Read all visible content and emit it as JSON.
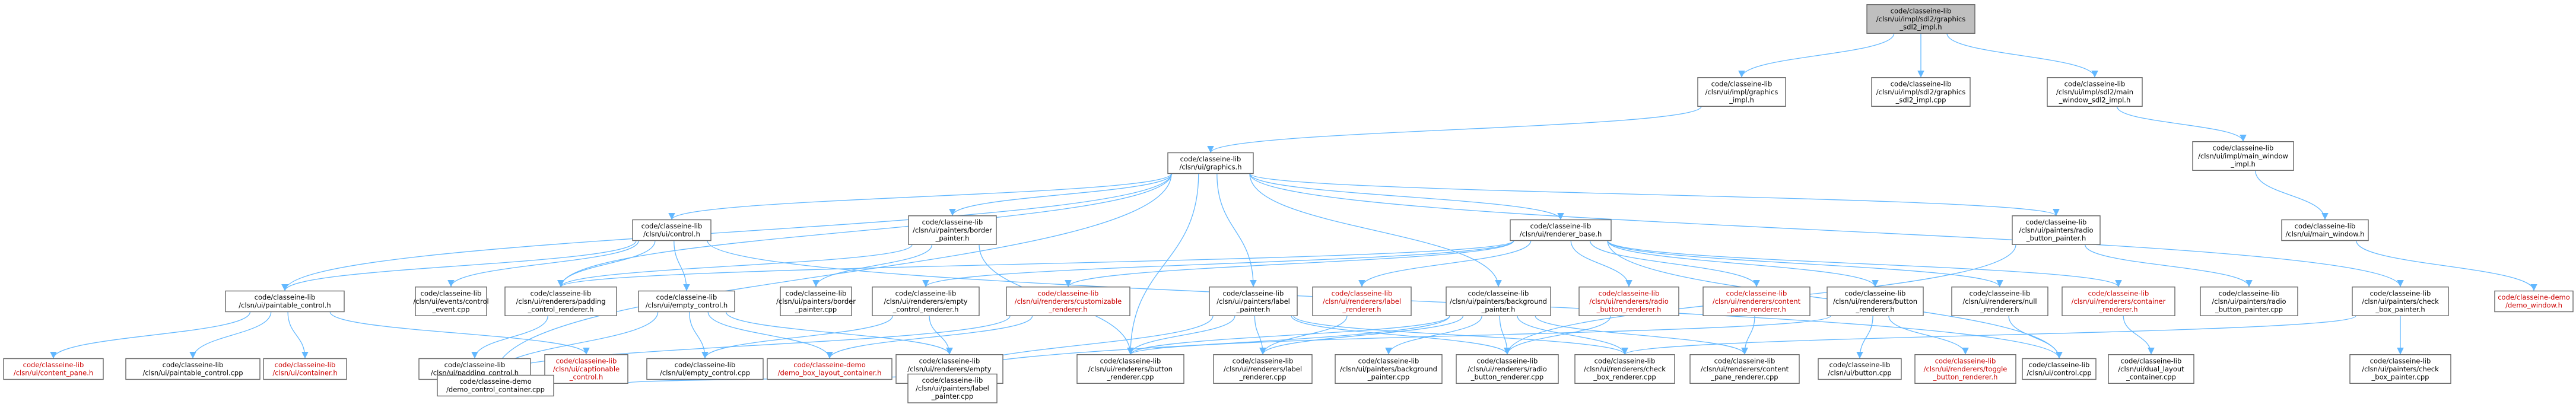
{
  "graph": {
    "colors": {
      "node_fill": "#ffffff",
      "node_border": "#666666",
      "focus_fill": "#bfbfbf",
      "edge": "#63b8ff",
      "text": "#000000",
      "red_text": "#cc0000"
    },
    "nodes": [
      {
        "id": "sdl2_graphics_impl_h",
        "lines": [
          "code/classeine-lib",
          "/clsn/ui/impl/sdl2/graphics",
          "_sdl2_impl.h"
        ],
        "focus": true
      },
      {
        "id": "graphics_impl_h",
        "lines": [
          "code/classeine-lib",
          "/clsn/ui/impl/graphics",
          "_impl.h"
        ]
      },
      {
        "id": "sdl2_graphics_impl_cpp",
        "lines": [
          "code/classeine-lib",
          "/clsn/ui/impl/sdl2/graphics",
          "_sdl2_impl.cpp"
        ]
      },
      {
        "id": "sdl2_main_window_impl_h",
        "lines": [
          "code/classeine-lib",
          "/clsn/ui/impl/sdl2/main",
          "_window_sdl2_impl.h"
        ]
      },
      {
        "id": "graphics_h",
        "lines": [
          "code/classeine-lib",
          "/clsn/ui/graphics.h"
        ]
      },
      {
        "id": "main_window_impl_h",
        "lines": [
          "code/classeine-lib",
          "/clsn/ui/impl/main_window",
          "_impl.h"
        ]
      },
      {
        "id": "control_h",
        "lines": [
          "code/classeine-lib",
          "/clsn/ui/control.h"
        ]
      },
      {
        "id": "border_painter_h",
        "lines": [
          "code/classeine-lib",
          "/clsn/ui/painters/border",
          "_painter.h"
        ]
      },
      {
        "id": "renderer_base_h",
        "lines": [
          "code/classeine-lib",
          "/clsn/ui/renderer_base.h"
        ]
      },
      {
        "id": "radio_button_painter_h",
        "lines": [
          "code/classeine-lib",
          "/clsn/ui/painters/radio",
          "_button_painter.h"
        ]
      },
      {
        "id": "main_window_h",
        "lines": [
          "code/classeine-lib",
          "/clsn/ui/main_window.h"
        ]
      },
      {
        "id": "paintable_control_h",
        "lines": [
          "code/classeine-lib",
          "/clsn/ui/paintable_control.h"
        ]
      },
      {
        "id": "events_control_event_cpp",
        "lines": [
          "code/classeine-lib",
          "/clsn/ui/events/control",
          "_event.cpp"
        ]
      },
      {
        "id": "padding_control_renderer_h",
        "lines": [
          "code/classeine-lib",
          "/clsn/ui/renderers/padding",
          "_control_renderer.h"
        ]
      },
      {
        "id": "empty_control_h",
        "lines": [
          "code/classeine-lib",
          "/clsn/ui/empty_control.h"
        ]
      },
      {
        "id": "border_painter_cpp",
        "lines": [
          "code/classeine-lib",
          "/clsn/ui/painters/border",
          "_painter.cpp"
        ]
      },
      {
        "id": "empty_control_renderer_h",
        "lines": [
          "code/classeine-lib",
          "/clsn/ui/renderers/empty",
          "_control_renderer.h"
        ]
      },
      {
        "id": "customizable_renderer_h",
        "lines": [
          "code/classeine-lib",
          "/clsn/ui/renderers/customizable",
          "_renderer.h"
        ],
        "red": true
      },
      {
        "id": "label_painter_h",
        "lines": [
          "code/classeine-lib",
          "/clsn/ui/painters/label",
          "_painter.h"
        ]
      },
      {
        "id": "label_renderer_h",
        "lines": [
          "code/classeine-lib",
          "/clsn/ui/renderers/label",
          "_renderer.h"
        ],
        "red": true
      },
      {
        "id": "background_painter_h",
        "lines": [
          "code/classeine-lib",
          "/clsn/ui/painters/background",
          "_painter.h"
        ]
      },
      {
        "id": "radio_button_renderer_h",
        "lines": [
          "code/classeine-lib",
          "/clsn/ui/renderers/radio",
          "_button_renderer.h"
        ],
        "red": true
      },
      {
        "id": "content_pane_renderer_h",
        "lines": [
          "code/classeine-lib",
          "/clsn/ui/renderers/content",
          "_pane_renderer.h"
        ],
        "red": true
      },
      {
        "id": "button_renderer_h",
        "lines": [
          "code/classeine-lib",
          "/clsn/ui/renderers/button",
          "_renderer.h"
        ]
      },
      {
        "id": "null_renderer_h",
        "lines": [
          "code/classeine-lib",
          "/clsn/ui/renderers/null",
          "_renderer.h"
        ]
      },
      {
        "id": "container_renderer_h",
        "lines": [
          "code/classeine-lib",
          "/clsn/ui/renderers/container",
          "_renderer.h"
        ],
        "red": true
      },
      {
        "id": "radio_button_painter_cpp",
        "lines": [
          "code/classeine-lib",
          "/clsn/ui/painters/radio",
          "_button_painter.cpp"
        ]
      },
      {
        "id": "check_box_painter_h",
        "lines": [
          "code/classeine-lib",
          "/clsn/ui/painters/check",
          "_box_painter.h"
        ]
      },
      {
        "id": "demo_window_h",
        "lines": [
          "code/classeine-demo",
          "/demo_window.h"
        ],
        "red": true
      },
      {
        "id": "content_pane_h",
        "lines": [
          "code/classeine-lib",
          "/clsn/ui/content_pane.h"
        ],
        "red": true
      },
      {
        "id": "paintable_control_cpp",
        "lines": [
          "code/classeine-lib",
          "/clsn/ui/paintable_control.cpp"
        ]
      },
      {
        "id": "container_h",
        "lines": [
          "code/classeine-lib",
          "/clsn/ui/container.h"
        ],
        "red": true
      },
      {
        "id": "padding_control_h",
        "lines": [
          "code/classeine-lib",
          "/clsn/ui/padding_control.h"
        ]
      },
      {
        "id": "captionable_control_h",
        "lines": [
          "code/classeine-lib",
          "/clsn/ui/captionable",
          "_control.h"
        ],
        "red": true
      },
      {
        "id": "empty_control_cpp",
        "lines": [
          "code/classeine-lib",
          "/clsn/ui/empty_control.cpp"
        ]
      },
      {
        "id": "demo_box_layout_container_h",
        "lines": [
          "code/classeine-demo",
          "/demo_box_layout_container.h"
        ],
        "red": true
      },
      {
        "id": "empty_control_renderer_cpp",
        "lines": [
          "code/classeine-lib",
          "/clsn/ui/renderers/empty",
          "_control_renderer.cpp"
        ]
      },
      {
        "id": "button_renderer_cpp",
        "lines": [
          "code/classeine-lib",
          "/clsn/ui/renderers/button",
          "_renderer.cpp"
        ]
      },
      {
        "id": "label_renderer_cpp",
        "lines": [
          "code/classeine-lib",
          "/clsn/ui/renderers/label",
          "_renderer.cpp"
        ]
      },
      {
        "id": "background_painter_cpp",
        "lines": [
          "code/classeine-lib",
          "/clsn/ui/painters/background",
          "_painter.cpp"
        ]
      },
      {
        "id": "radio_button_renderer_cpp",
        "lines": [
          "code/classeine-lib",
          "/clsn/ui/renderers/radio",
          "_button_renderer.cpp"
        ]
      },
      {
        "id": "check_box_renderer_cpp",
        "lines": [
          "code/classeine-lib",
          "/clsn/ui/renderers/check",
          "_box_renderer.cpp"
        ]
      },
      {
        "id": "content_pane_renderer_cpp",
        "lines": [
          "code/classeine-lib",
          "/clsn/ui/renderers/content",
          "_pane_renderer.cpp"
        ]
      },
      {
        "id": "button_cpp",
        "lines": [
          "code/classeine-lib",
          "/clsn/ui/button.cpp"
        ]
      },
      {
        "id": "toggle_button_renderer_h",
        "lines": [
          "code/classeine-lib",
          "/clsn/ui/renderers/toggle",
          "_button_renderer.h"
        ],
        "red": true
      },
      {
        "id": "control_cpp",
        "lines": [
          "code/classeine-lib",
          "/clsn/ui/control.cpp"
        ]
      },
      {
        "id": "dual_layout_container_cpp",
        "lines": [
          "code/classeine-lib",
          "/clsn/ui/dual_layout",
          "_container.cpp"
        ]
      },
      {
        "id": "check_box_painter_cpp",
        "lines": [
          "code/classeine-lib",
          "/clsn/ui/painters/check",
          "_box_painter.cpp"
        ]
      },
      {
        "id": "demo_control_container_cpp",
        "lines": [
          "code/classeine-demo",
          "/demo_control_container.cpp"
        ]
      },
      {
        "id": "label_painter_cpp",
        "lines": [
          "code/classeine-lib",
          "/clsn/ui/painters/label",
          "_painter.cpp"
        ]
      }
    ],
    "edges": [
      [
        "sdl2_graphics_impl_h",
        "graphics_impl_h"
      ],
      [
        "sdl2_graphics_impl_h",
        "sdl2_graphics_impl_cpp"
      ],
      [
        "sdl2_graphics_impl_h",
        "sdl2_main_window_impl_h"
      ],
      [
        "graphics_impl_h",
        "graphics_h"
      ],
      [
        "sdl2_main_window_impl_h",
        "main_window_impl_h"
      ],
      [
        "main_window_impl_h",
        "main_window_h"
      ],
      [
        "main_window_h",
        "demo_window_h"
      ],
      [
        "graphics_h",
        "control_h"
      ],
      [
        "graphics_h",
        "border_painter_h"
      ],
      [
        "graphics_h",
        "renderer_base_h"
      ],
      [
        "graphics_h",
        "radio_button_painter_h"
      ],
      [
        "graphics_h",
        "label_painter_h"
      ],
      [
        "graphics_h",
        "background_painter_h"
      ],
      [
        "graphics_h",
        "check_box_painter_h"
      ],
      [
        "graphics_h",
        "padding_control_renderer_h"
      ],
      [
        "graphics_h",
        "button_renderer_cpp"
      ],
      [
        "graphics_h",
        "paintable_control_h"
      ],
      [
        "graphics_h",
        "demo_control_container_cpp"
      ],
      [
        "control_h",
        "paintable_control_h"
      ],
      [
        "control_h",
        "events_control_event_cpp"
      ],
      [
        "control_h",
        "padding_control_renderer_h"
      ],
      [
        "control_h",
        "empty_control_h"
      ],
      [
        "control_h",
        "control_cpp"
      ],
      [
        "border_painter_h",
        "border_painter_cpp"
      ],
      [
        "border_painter_h",
        "padding_control_renderer_h"
      ],
      [
        "border_painter_h",
        "button_renderer_cpp"
      ],
      [
        "renderer_base_h",
        "padding_control_renderer_h"
      ],
      [
        "renderer_base_h",
        "empty_control_renderer_h"
      ],
      [
        "renderer_base_h",
        "customizable_renderer_h"
      ],
      [
        "renderer_base_h",
        "label_renderer_h"
      ],
      [
        "renderer_base_h",
        "radio_button_renderer_h"
      ],
      [
        "renderer_base_h",
        "content_pane_renderer_h"
      ],
      [
        "renderer_base_h",
        "button_renderer_h"
      ],
      [
        "renderer_base_h",
        "null_renderer_h"
      ],
      [
        "renderer_base_h",
        "container_renderer_h"
      ],
      [
        "renderer_base_h",
        "control_cpp"
      ],
      [
        "radio_button_painter_h",
        "radio_button_painter_cpp"
      ],
      [
        "radio_button_painter_h",
        "radio_button_renderer_cpp"
      ],
      [
        "paintable_control_h",
        "content_pane_h"
      ],
      [
        "paintable_control_h",
        "paintable_control_cpp"
      ],
      [
        "paintable_control_h",
        "container_h"
      ],
      [
        "paintable_control_h",
        "captionable_control_h"
      ],
      [
        "padding_control_renderer_h",
        "padding_control_h"
      ],
      [
        "empty_control_h",
        "empty_control_cpp"
      ],
      [
        "empty_control_h",
        "demo_box_layout_container_h"
      ],
      [
        "empty_control_h",
        "empty_control_renderer_cpp"
      ],
      [
        "empty_control_h",
        "demo_control_container_cpp"
      ],
      [
        "empty_control_renderer_h",
        "empty_control_renderer_cpp"
      ],
      [
        "empty_control_renderer_h",
        "empty_control_cpp"
      ],
      [
        "customizable_renderer_h",
        "demo_box_layout_container_h"
      ],
      [
        "customizable_renderer_h",
        "demo_control_container_cpp"
      ],
      [
        "label_painter_h",
        "label_renderer_cpp"
      ],
      [
        "label_painter_h",
        "button_renderer_cpp"
      ],
      [
        "label_painter_h",
        "label_painter_cpp"
      ],
      [
        "label_painter_h",
        "check_box_renderer_cpp"
      ],
      [
        "label_painter_h",
        "radio_button_renderer_cpp"
      ],
      [
        "label_renderer_h",
        "label_renderer_cpp"
      ],
      [
        "background_painter_h",
        "background_painter_cpp"
      ],
      [
        "background_painter_h",
        "button_renderer_cpp"
      ],
      [
        "background_painter_h",
        "label_renderer_cpp"
      ],
      [
        "background_painter_h",
        "radio_button_renderer_cpp"
      ],
      [
        "background_painter_h",
        "check_box_renderer_cpp"
      ],
      [
        "background_painter_h",
        "content_pane_renderer_cpp"
      ],
      [
        "background_painter_h",
        "label_painter_cpp"
      ],
      [
        "radio_button_renderer_h",
        "radio_button_renderer_cpp"
      ],
      [
        "content_pane_renderer_h",
        "content_pane_renderer_cpp"
      ],
      [
        "button_renderer_h",
        "button_renderer_cpp"
      ],
      [
        "button_renderer_h",
        "button_cpp"
      ],
      [
        "button_renderer_h",
        "toggle_button_renderer_h"
      ],
      [
        "null_renderer_h",
        "control_cpp"
      ],
      [
        "container_renderer_h",
        "dual_layout_container_cpp"
      ],
      [
        "check_box_painter_h",
        "check_box_renderer_cpp"
      ],
      [
        "check_box_painter_h",
        "check_box_painter_cpp"
      ],
      [
        "padding_control_h",
        "demo_control_container_cpp"
      ],
      [
        "captionable_control_h",
        "label_painter_cpp"
      ]
    ]
  }
}
